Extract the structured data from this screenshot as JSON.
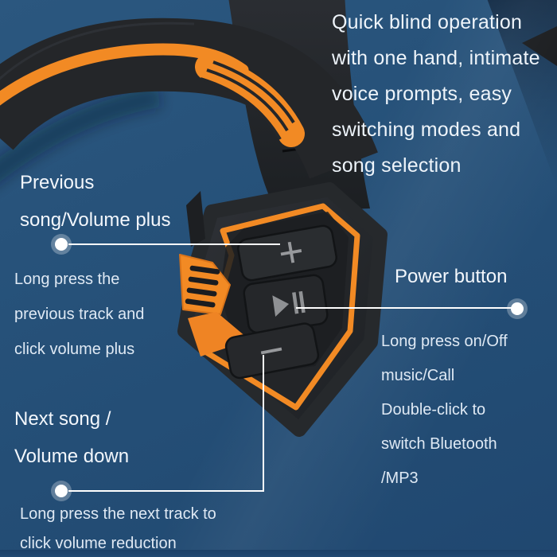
{
  "colors": {
    "background": "#255079",
    "accent_orange": "#f28a24",
    "device_body": "#26292c",
    "text": "#e9f0f8",
    "leader_line": "#ffffff",
    "corner_shadow": "#16314d",
    "bottom_strip": "#1d4066"
  },
  "annotations": {
    "quick_operation": {
      "lines": [
        "Quick blind operation",
        "with one hand, intimate",
        "voice prompts, easy",
        "switching modes and",
        "song selection"
      ]
    },
    "previous_song": {
      "title_lines": [
        "Previous",
        "song/Volume plus"
      ],
      "desc_lines": [
        "Long press the",
        "previous track and",
        "click volume plus"
      ]
    },
    "power_button": {
      "title": "Power button",
      "desc_lines": [
        "Long press on/Off",
        "music/Call",
        "Double-click to",
        "switch Bluetooth",
        "/MP3"
      ]
    },
    "next_song": {
      "title_lines": [
        "Next song /",
        "Volume down"
      ],
      "desc_lines": [
        "Long press the next track to",
        "click volume reduction"
      ]
    }
  },
  "controls": {
    "plus_glyph": "+",
    "minus_glyph": "−",
    "play_pause_icon": "play-pause"
  }
}
